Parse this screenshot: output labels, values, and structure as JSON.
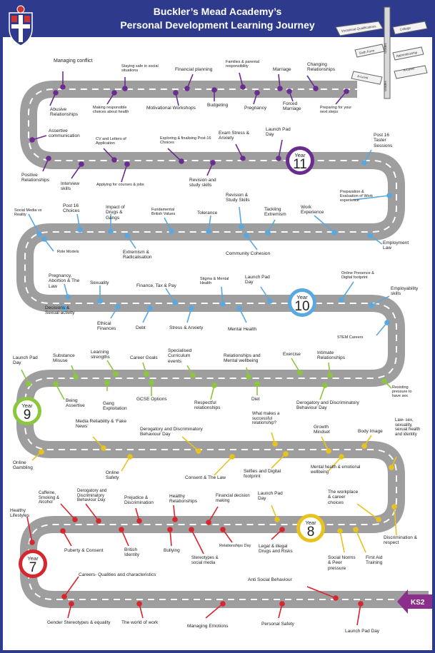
{
  "header": {
    "title_line1": "Buckler’s Mead Academy’s",
    "title_line2": "Personal Development Learning Journey"
  },
  "signpost": {
    "signs": [
      "Vocational Qualifications",
      "College",
      "Sixth Form",
      "Apprenticeship",
      "A-Level",
      "A-Level",
      "Grades",
      "Grades"
    ]
  },
  "colors": {
    "frame": "#2e3a8c",
    "road": "#9e9e9e",
    "year11": "#6a2c91",
    "year10": "#5aa8e0",
    "year9": "#8cc63f",
    "year8": "#e8c21e",
    "year7": "#d6262e",
    "ks2": "#8c2e8c"
  },
  "years": [
    {
      "word": "Year",
      "number": "11"
    },
    {
      "word": "Year",
      "number": "10"
    },
    {
      "word": "Year",
      "number": "9"
    },
    {
      "word": "Year",
      "number": "8"
    },
    {
      "word": "Year",
      "number": "7"
    }
  ],
  "ks2": "KS2",
  "topics": {
    "y11": [
      "Managing conflict",
      "Abusive Relationships",
      "Staying safe in social situations",
      "Making responsible choices about health",
      "Financial planning",
      "Motivational Workshops",
      "Families & parental responsibility",
      "Budgeting",
      "Marriage",
      "Pregnancy",
      "Forced Marriage",
      "Changing Relationships",
      "Preparing for your next steps",
      "Assertive communication",
      "Positive Relationships",
      "CV and Letters of Application",
      "Interview skills",
      "Applying for courses & jobs",
      "Exploring & finalising Post-16 Choices",
      "Revision and study skills",
      "Exam Stress & Anxiety",
      "Launch Pad Day",
      "Post 16 Taster Sessions"
    ],
    "y10": [
      "Social Media vs Reality",
      "Role Models",
      "Post 16 Choices",
      "Impact of Drugs & Gangs",
      "Extremism & Radicalisation",
      "Fundamental British Values",
      "Tolerance",
      "Revision & Study Skills",
      "Community Cohesion",
      "Tackling Extremism",
      "Work Experience",
      "Preparation & Evaluation of Work experience",
      "Employment Law",
      "Pregnancy, Abortion & The Law",
      "Decisions & Sexual activity",
      "Sexuality",
      "Ethical Finances",
      "Finance, Tax & Pay",
      "Debt",
      "Stress & Anxiety",
      "Stigma & Mental Health",
      "Mental Health",
      "Launch Pad Day",
      "Online Presence & Digital footprint",
      "Employability skills",
      "STEM Careers"
    ],
    "y9": [
      "Launch Pad Day",
      "Substance Misuse",
      "Being Assertive",
      "Learning strengths",
      "Gang Exploitation",
      "Career Goals",
      "GCSE Options",
      "Specialised Curriculum events",
      "Respectful relationships",
      "Relationships and Mental wellbeing",
      "Diet",
      "Exercise",
      "Intimate Relationships",
      "Derogatory and Discriminatory Behaviour Day",
      "Resisting pressure to have sex"
    ],
    "y8": [
      "Online Gambling",
      "Media Reliability & ‘Fake News’",
      "Online Safety",
      "Derogatory and Discriminatory Behaviour Day",
      "Consent & The Law",
      "What makes a successful relationship?",
      "Selfies and Digital footprint",
      "Growth Mindset",
      "Mental health & emotional wellbeing",
      "Body Image",
      "Law- sex, sexuality, sexual health and identity",
      "The workplace & career choices",
      "Discrimination & respect",
      "Launch Pad Day",
      "Social Norms & Peer pressure",
      "First Aid Training"
    ],
    "y7": [
      "Healthy Lifestyles",
      "Caffeine, Smoking & Alcohol",
      "Derogatory and Discriminatory Behaviour Day",
      "Puberty & Consent",
      "Prejudice & Discrimination",
      "British Identity",
      "Healthy Relationships",
      "Bullying",
      "Stereotypes & social media",
      "Financial decision making",
      "Relationships Day",
      "Legal & illegal Drugs and Risks",
      "Careers- Qualities and characteristics",
      "Anti Social Behaviour",
      "Gender Stereotypes & equality",
      "The world of work",
      "Managing Emotions",
      "Personal Safety",
      "Launch Pad Day"
    ]
  }
}
